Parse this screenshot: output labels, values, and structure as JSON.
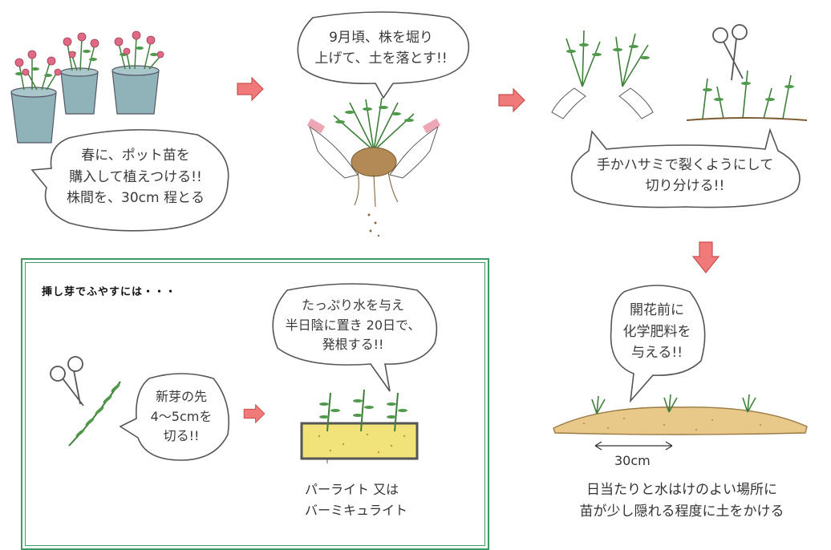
{
  "steps": {
    "step1_bubble": [
      "春に、ポット苗を",
      "購入して植えつける!!",
      "株間を、30cm 程とる"
    ],
    "step2_bubble": [
      "9月頃、株を堀り",
      "上げて、土を落とす!!"
    ],
    "step3_bubble": [
      "手かハサミで裂くようにして",
      "切り分ける!!"
    ],
    "step4_bubble": [
      "開花前に",
      "化学肥料を",
      "与える!!"
    ]
  },
  "planting": {
    "spacing_label": "30cm",
    "caption": [
      "日当たりと水はけのよい場所に",
      "苗が少し隠れる程度に土をかける"
    ]
  },
  "cuttings": {
    "heading": "挿し芽でふやすには・・・",
    "cut_bubble": [
      "新芽の先",
      "4～5cmを",
      "切る!!"
    ],
    "water_bubble": [
      "たっぷり水を与え",
      "半日陰に置き 20日で、",
      "発根する!!"
    ],
    "medium_label": [
      "パーライト 又は",
      "バーミキュライト"
    ]
  },
  "colors": {
    "frame": "#3c9a62",
    "arrow": "#f07a7a",
    "leaf": "#4f9a4a",
    "flower": "#e06a86",
    "pot": "#8fb3b8",
    "soil": "#e8c98a",
    "perlite": "#f2e27a"
  }
}
